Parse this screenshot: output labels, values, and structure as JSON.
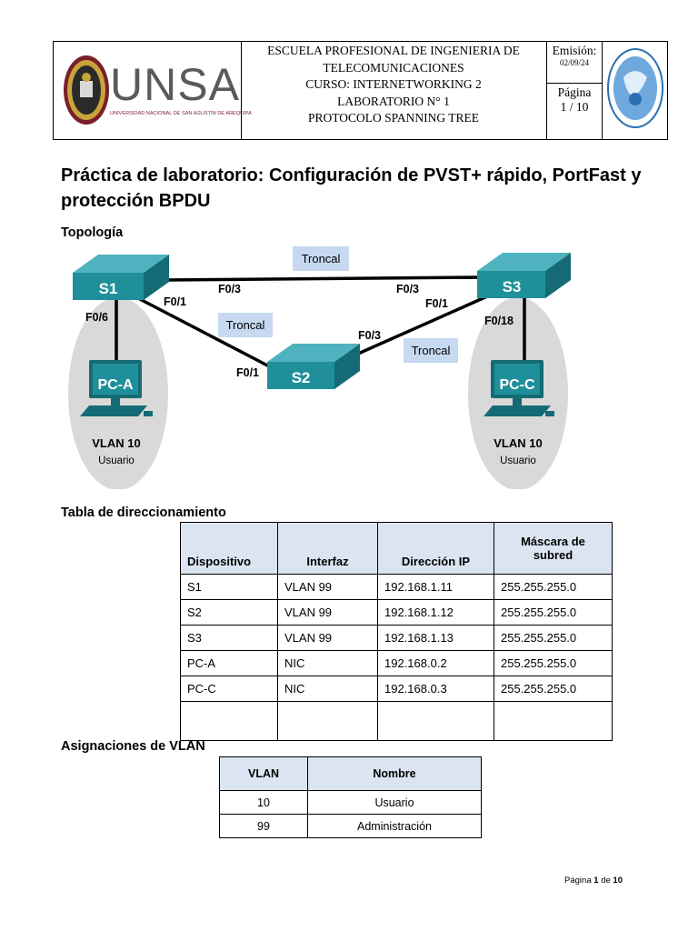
{
  "header": {
    "logo_text": "UNSA",
    "logo_subtitle": "UNIVERSIDAD NACIONAL DE SAN AGUSTÍN DE AREQUIPA",
    "title_lines": [
      "ESCUELA PROFESIONAL DE INGENIERIA DE",
      "TELECOMUNICACIONES",
      "CURSO: INTERNETWORKING 2",
      "LABORATORIO N° 1",
      "PROTOCOLO SPANNING TREE"
    ],
    "emission_label": "Emisión:",
    "emission_date": "02/09/24",
    "page_label": "Página",
    "page_value": "1 / 10"
  },
  "title": "Práctica de laboratorio: Configuración de PVST+ rápido, PortFast y protección BPDU",
  "sections": {
    "topology": "Topología",
    "addressing": "Tabla de direccionamiento",
    "vlan": "Asignaciones de VLAN"
  },
  "topology": {
    "switches": [
      "S1",
      "S2",
      "S3"
    ],
    "pcs": [
      "PC-A",
      "PC-C"
    ],
    "trunk_label": "Troncal",
    "ports": {
      "s1_f03": "F0/3",
      "s1_f01": "F0/1",
      "s1_f06": "F0/6",
      "s3_f03": "F0/3",
      "s3_f01": "F0/1",
      "s3_f018": "F0/18",
      "s2_f01": "F0/1",
      "s2_f03": "F0/3"
    },
    "vlan_label": "VLAN 10",
    "vlan_user": "Usuario"
  },
  "addressing_table": {
    "headers": [
      "Dispositivo",
      "Interfaz",
      "Dirección IP",
      "Máscara de subred"
    ],
    "rows": [
      [
        "S1",
        "VLAN 99",
        "192.168.1.11",
        "255.255.255.0"
      ],
      [
        "S2",
        "VLAN 99",
        "192.168.1.12",
        "255.255.255.0"
      ],
      [
        "S3",
        "VLAN 99",
        "192.168.1.13",
        "255.255.255.0"
      ],
      [
        "PC-A",
        "NIC",
        "192.168.0.2",
        "255.255.255.0"
      ],
      [
        "PC-C",
        "NIC",
        "192.168.0.3",
        "255.255.255.0"
      ]
    ]
  },
  "vlan_table": {
    "headers": [
      "VLAN",
      "Nombre"
    ],
    "rows": [
      [
        "10",
        "Usuario"
      ],
      [
        "99",
        "Administración"
      ]
    ]
  },
  "footer": {
    "prefix": "Página",
    "page": "1",
    "of": "de",
    "total": "10"
  },
  "colors": {
    "switch": "#1f8f9a",
    "trunk_box": "#c6d9f1",
    "header_fill": "#dbe5f1",
    "pc_ellipse": "#d9d9d9",
    "logo_accent": "#7a1f2b"
  }
}
